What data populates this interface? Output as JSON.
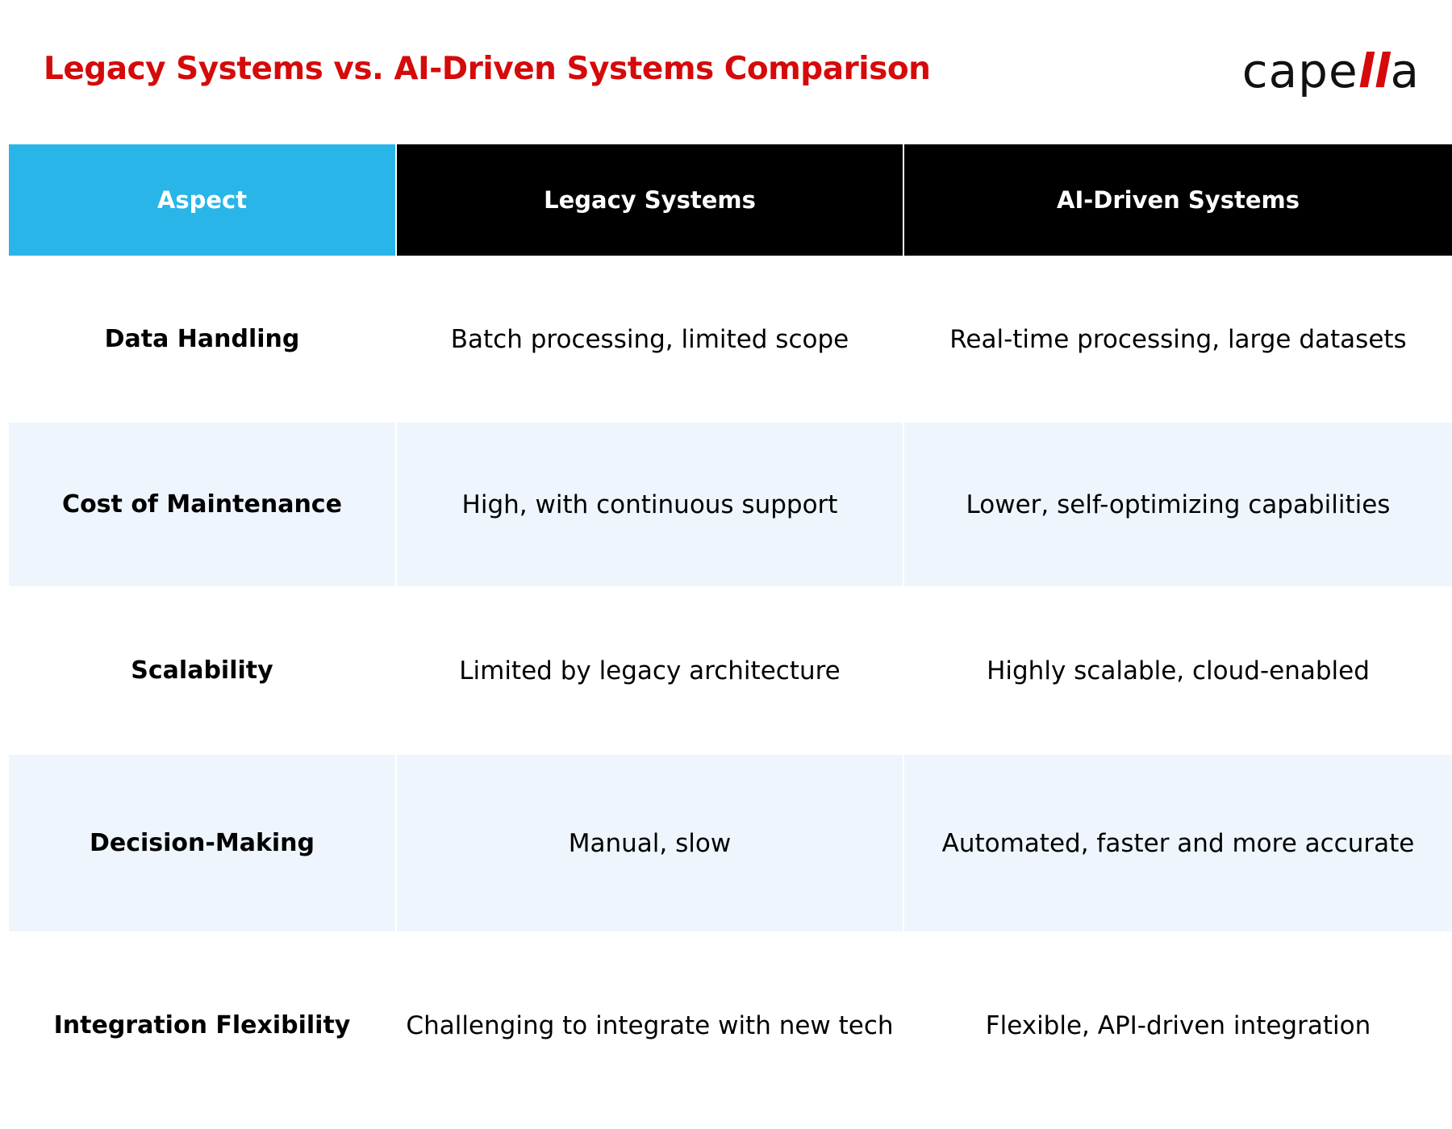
{
  "title": "Legacy Systems vs. AI-Driven Systems Comparison",
  "logo": {
    "prefix": "cape",
    "accent": "ll",
    "suffix": "a"
  },
  "colors": {
    "title": "#d50a0a",
    "logo_accent": "#d50a0a",
    "header_first": "#29b5e8",
    "header_other": "#000000",
    "row_alt": "#eef5fd"
  },
  "table": {
    "headers": [
      "Aspect",
      "Legacy Systems",
      "AI-Driven Systems"
    ],
    "rows": [
      {
        "aspect": "Data Handling",
        "legacy": "Batch processing, limited scope",
        "ai": "Real-time processing, large datasets"
      },
      {
        "aspect": "Cost of Maintenance",
        "legacy": "High, with continuous support",
        "ai": "Lower, self-optimizing capabilities"
      },
      {
        "aspect": "Scalability",
        "legacy": "Limited by legacy architecture",
        "ai": "Highly scalable, cloud-enabled"
      },
      {
        "aspect": "Decision-Making",
        "legacy": "Manual, slow",
        "ai": "Automated, faster and more accurate"
      },
      {
        "aspect": "Integration Flexibility",
        "legacy": "Challenging to integrate with new tech",
        "ai": "Flexible, API-driven integration"
      }
    ]
  }
}
